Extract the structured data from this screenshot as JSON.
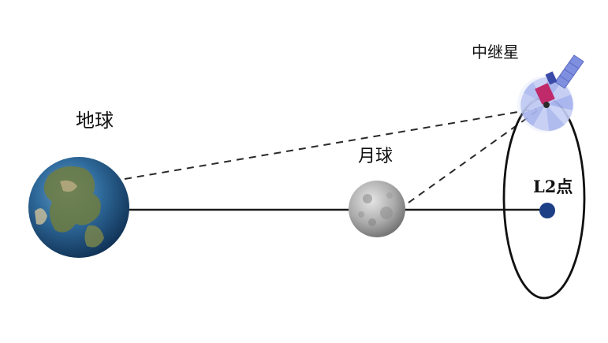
{
  "labels": {
    "earth": "地球",
    "moon": "月球",
    "relay_satellite": "中继星",
    "l2_point": "L2点"
  },
  "colors": {
    "line": "#1a1a1a",
    "l2_dot": "#1d3f86",
    "satellite_panel": "#7f8fe0",
    "satellite_body": "#c02a6a"
  }
}
